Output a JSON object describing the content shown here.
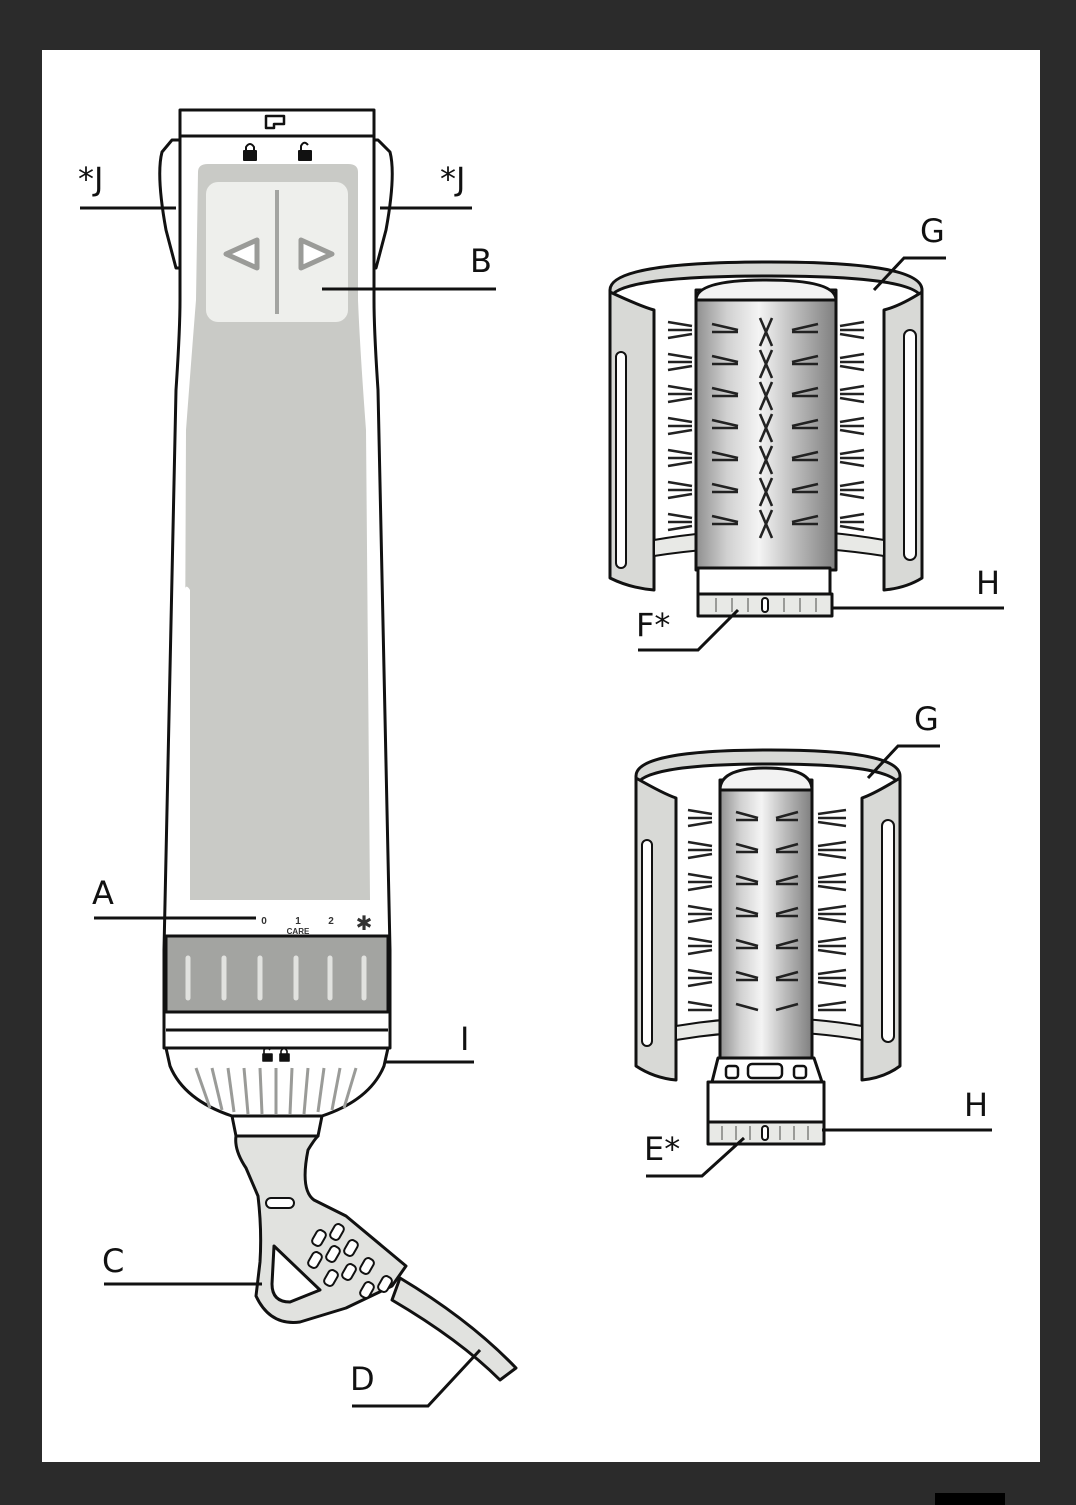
{
  "callouts": {
    "j_left": "*J",
    "j_right": "*J",
    "b": "B",
    "a": "A",
    "i": "I",
    "c": "C",
    "d": "D",
    "g_top": "G",
    "h_top": "H",
    "f": "F*",
    "g_bottom": "G",
    "h_bottom": "H",
    "e": "E*"
  },
  "dial": {
    "positions": [
      "0",
      "1",
      "2"
    ],
    "care_label": "CARE",
    "cool_symbol": "✱"
  },
  "colors": {
    "frame": "#2b2b2b",
    "paper": "#ffffff",
    "line": "#111111",
    "panel_gray": "#c9cac6",
    "ring_gray": "#a3a4a1",
    "light_gray": "#e1e2df"
  }
}
